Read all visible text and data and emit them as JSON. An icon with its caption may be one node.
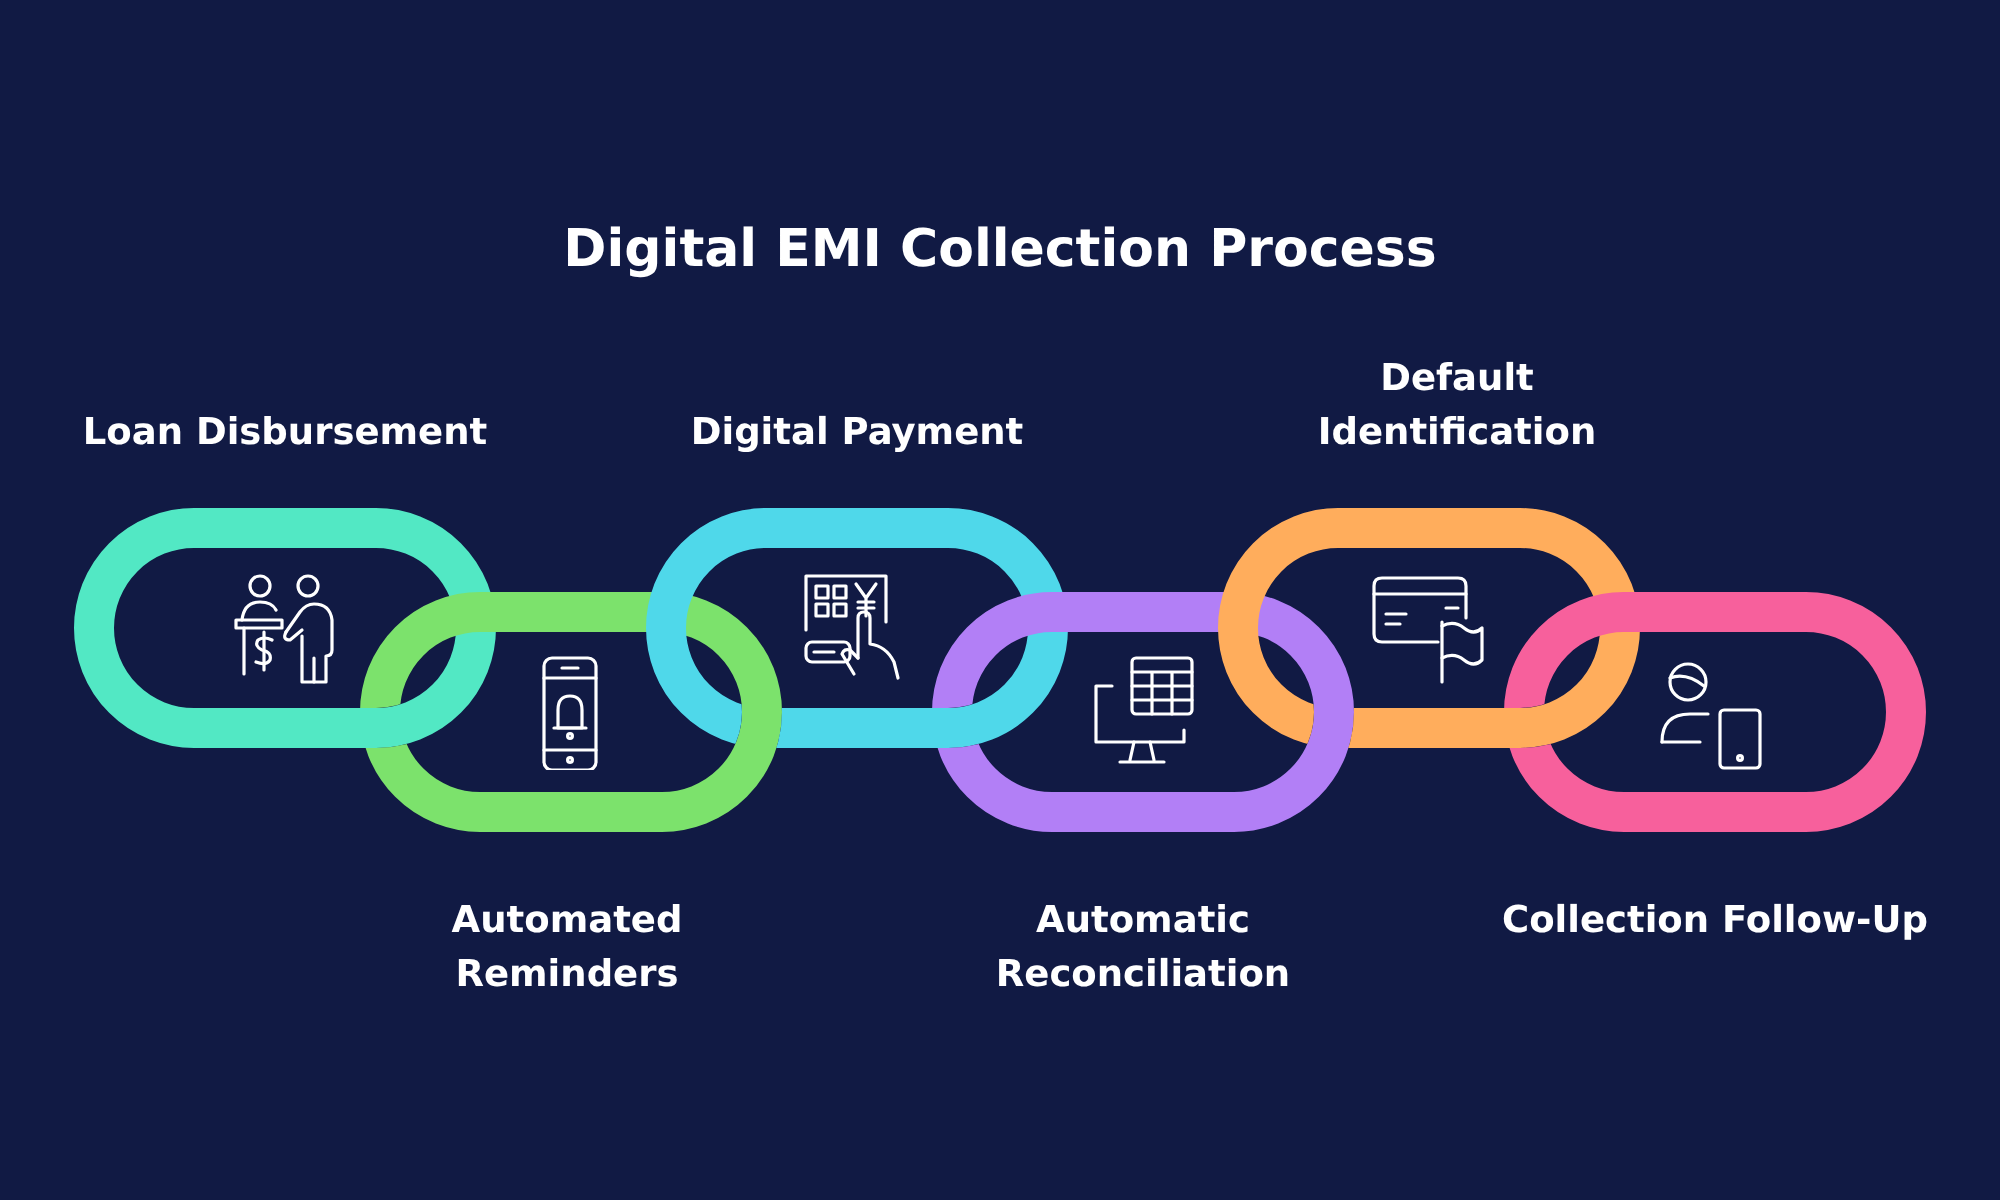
{
  "diagram": {
    "title": "Digital EMI Collection Process",
    "nodes": [
      {
        "text": [
          "Loan Disbursement"
        ]
      },
      {
        "text": [
          "Automated Reminders"
        ]
      },
      {
        "text": [
          "Digital Payment"
        ]
      },
      {
        "text": [
          "Automatic Reconciliation"
        ]
      },
      {
        "text": [
          "Default Identification"
        ]
      },
      {
        "text": [
          "Collection Follow-Up"
        ]
      }
    ]
  }
}
